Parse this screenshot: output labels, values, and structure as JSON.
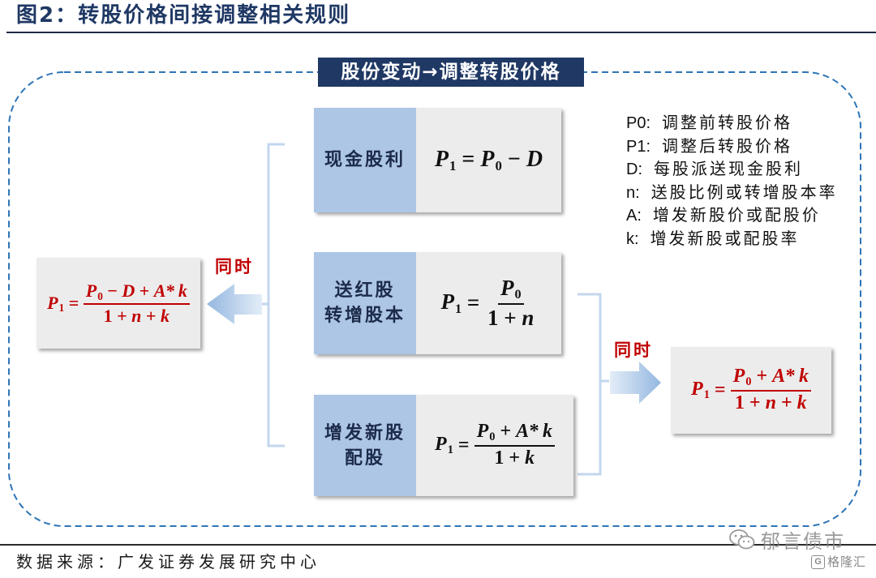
{
  "figure": {
    "title": "图2：转股价格间接调整相关规则",
    "header": "股份变动→调整转股价格",
    "source": "数据来源：广发证券发展研究中心"
  },
  "rows": [
    {
      "label": [
        "现金股利"
      ],
      "formula": {
        "lhs": {
          "s": "P",
          "sub": "1"
        },
        "eq": "=",
        "rhs": [
          {
            "s": "P",
            "sub": "0"
          },
          {
            "s": "−"
          },
          {
            "s": "D"
          }
        ]
      }
    },
    {
      "label": [
        "送红股",
        "转增股本"
      ],
      "formula": {
        "lhs": {
          "s": "P",
          "sub": "1"
        },
        "eq": "=",
        "num": [
          {
            "s": "P",
            "sub": "0"
          }
        ],
        "den": [
          {
            "s": "1"
          },
          {
            "s": "+"
          },
          {
            "s": "n"
          }
        ]
      }
    },
    {
      "label": [
        "增发新股",
        "配股"
      ],
      "formula": {
        "lhs": {
          "s": "P",
          "sub": "1"
        },
        "eq": "=",
        "num": [
          {
            "s": "P",
            "sub": "0"
          },
          {
            "s": "+"
          },
          {
            "s": "A"
          },
          {
            "s": "*"
          },
          {
            "s": "k"
          }
        ],
        "den": [
          {
            "s": "1"
          },
          {
            "s": "+"
          },
          {
            "s": "k"
          }
        ]
      }
    }
  ],
  "results": {
    "left": {
      "connector": "同时",
      "formula": {
        "lhs": {
          "s": "P",
          "sub": "1"
        },
        "eq": "=",
        "num": [
          {
            "s": "P",
            "sub": "0"
          },
          {
            "s": "−"
          },
          {
            "s": "D"
          },
          {
            "s": "+"
          },
          {
            "s": "A"
          },
          {
            "s": "*"
          },
          {
            "s": "k"
          }
        ],
        "den": [
          {
            "s": "1"
          },
          {
            "s": "+"
          },
          {
            "s": "n"
          },
          {
            "s": "+"
          },
          {
            "s": "k"
          }
        ]
      }
    },
    "right": {
      "connector": "同时",
      "formula": {
        "lhs": {
          "s": "P",
          "sub": "1"
        },
        "eq": "=",
        "num": [
          {
            "s": "P",
            "sub": "0"
          },
          {
            "s": "+"
          },
          {
            "s": "A"
          },
          {
            "s": "*"
          },
          {
            "s": "k"
          }
        ],
        "den": [
          {
            "s": "1"
          },
          {
            "s": "+"
          },
          {
            "s": "n"
          },
          {
            "s": "+"
          },
          {
            "s": "k"
          }
        ]
      }
    }
  },
  "legend": [
    {
      "symbol": "P0:",
      "desc": "调整前转股价格"
    },
    {
      "symbol": "P1:",
      "desc": "调整后转股价格"
    },
    {
      "symbol": "D:",
      "desc": "每股派送现金股利"
    },
    {
      "symbol": "n:",
      "desc": "送股比例或转增股本率"
    },
    {
      "symbol": "A:",
      "desc": "增发新股价或配股价"
    },
    {
      "symbol": "k:",
      "desc": "增发新股或配股率"
    }
  ],
  "watermark": {
    "icon": "wechat-icon",
    "account": "郁言债市",
    "logo_mark": "G",
    "logo_text": "格隆汇"
  },
  "colors": {
    "title": "#1f3864",
    "header_bg": "#1f3864",
    "label_bg": "#adc6e6",
    "formula_bg": "#ececec",
    "result_text": "#c00000",
    "dashed_border": "#2e75b6",
    "bracket": "#c3d6ee",
    "arrow": "#94b7df"
  }
}
